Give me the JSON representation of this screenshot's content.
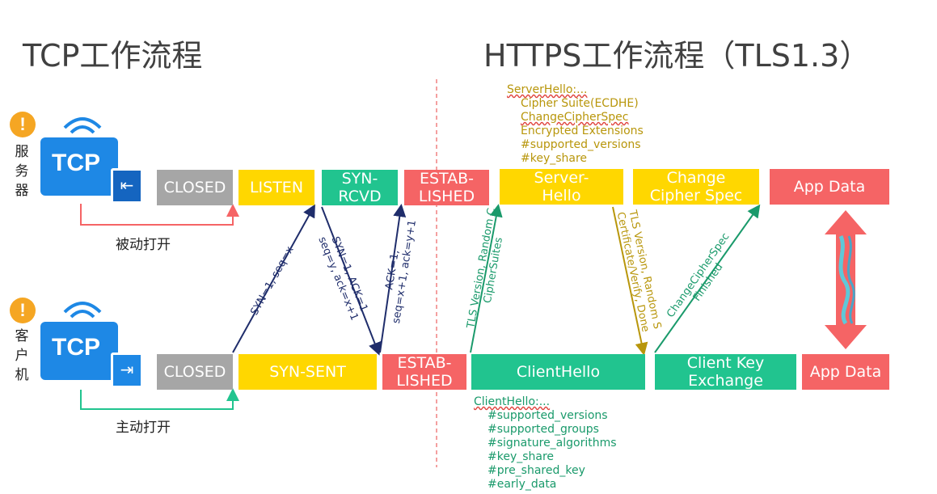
{
  "titles": {
    "tcp": "TCP工作流程",
    "https": "HTTPS工作流程（TLS1.3）"
  },
  "tcp": {
    "server": {
      "role": "服务器",
      "icon_text": "TCP",
      "states": [
        "CLOSED",
        "LISTEN",
        "SYN-RCVD",
        "ESTAB-LISHED"
      ],
      "caption": "被动打开"
    },
    "client": {
      "role": "客户机",
      "icon_text": "TCP",
      "states": [
        "CLOSED",
        "SYN-SENT",
        "ESTAB-LISHED"
      ],
      "caption": "主动打开"
    },
    "messages": [
      {
        "label": "SYN=1, seq=x"
      },
      {
        "label_line1": "SYN=1, ACK=1",
        "label_line2": "seq=y, ack=x+1"
      },
      {
        "label_line1": "ACK=1,",
        "label_line2": "seq=x+1, ack=y+1"
      }
    ]
  },
  "https": {
    "server": {
      "boxes": [
        "Server-Hello",
        "Change Cipher Spec",
        "App Data"
      ]
    },
    "client": {
      "boxes": [
        "ClientHello",
        "Client Key Exchange",
        "App Data"
      ]
    },
    "server_hello_note": [
      "ServerHello:...",
      "Cipher Suite(ECDHE)",
      "ChangeCipherSpec",
      "Encrypted Extensions",
      "#supported_versions",
      "#key_share"
    ],
    "client_hello_note": [
      "ClientHello:...",
      "#supported_versions",
      "#supported_groups",
      "#signature_algorithms",
      "#key_share",
      "#pre_shared_key",
      "#early_data"
    ],
    "messages": [
      {
        "label_line1": "TLS Version, Random C",
        "label_line2": "CipherSuites"
      },
      {
        "label_line1": "TLS Version, Random S",
        "label_line2": "Certificate/Verify, Done"
      },
      {
        "label_line1": "ChangeCipherSpec",
        "label_line2": "Finished"
      }
    ]
  },
  "colors": {
    "gray": "#a6a6a6",
    "yellow": "#ffd700",
    "green": "#21c48f",
    "red": "#f56465",
    "navy": "#1f2d6b",
    "olive": "#b8960b",
    "teal": "#1a9a6b",
    "icon_blue": "#1e88e5",
    "warning_orange": "#f5a623"
  },
  "icons": [
    "warning-icon",
    "wifi-icon",
    "monitor-icon",
    "document-arrow-icon"
  ]
}
